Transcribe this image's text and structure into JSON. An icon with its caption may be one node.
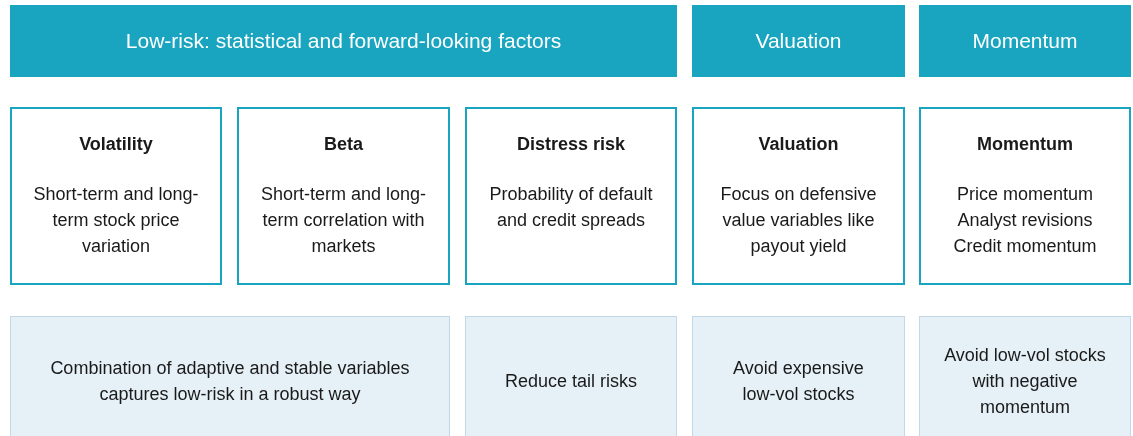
{
  "diagram": {
    "nodes": [
      {
        "text": [
          "Low-risk: statistical and forward-looking factors"
        ]
      },
      {
        "text": [
          "Valuation"
        ]
      },
      {
        "text": [
          "Momentum"
        ]
      },
      {
        "text": [
          "Volatility",
          "Short-term and long-term stock price variation"
        ]
      },
      {
        "text": [
          "Beta",
          "Short-term and long-term correlation with markets"
        ]
      },
      {
        "text": [
          "Distress risk",
          "Probability of default and credit spreads"
        ]
      },
      {
        "text": [
          "Valuation",
          "Focus on defensive value variables like payout yield"
        ]
      },
      {
        "text": [
          "Momentum",
          "Price momentum",
          "Analyst revisions",
          "Credit momentum"
        ]
      },
      {
        "text": [
          "Combination of adaptive and stable variables captures low-risk in a robust way"
        ]
      },
      {
        "text": [
          "Reduce tail risks"
        ]
      },
      {
        "text": [
          "Avoid expensive low-vol stocks"
        ]
      },
      {
        "text": [
          "Avoid low-vol stocks with negative momentum"
        ]
      }
    ]
  }
}
